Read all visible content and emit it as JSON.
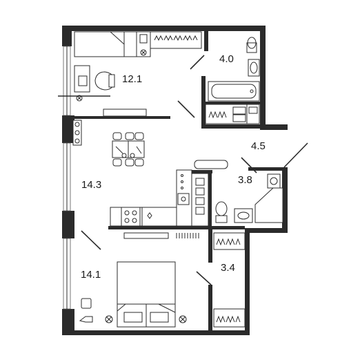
{
  "plan": {
    "rooms": [
      {
        "id": "bedroom_top",
        "area": "12.1"
      },
      {
        "id": "bathroom_top",
        "area": "4.0"
      },
      {
        "id": "hall",
        "area": "4.5"
      },
      {
        "id": "bathroom_mid",
        "area": "3.8"
      },
      {
        "id": "living_kitchen",
        "area": "14.3"
      },
      {
        "id": "wardrobe",
        "area": "3.4"
      },
      {
        "id": "bedroom_bottom",
        "area": "14.1"
      }
    ],
    "colors": {
      "wall": "#2b2b2b",
      "line": "#2b2b2b",
      "background": "#ffffff"
    }
  }
}
